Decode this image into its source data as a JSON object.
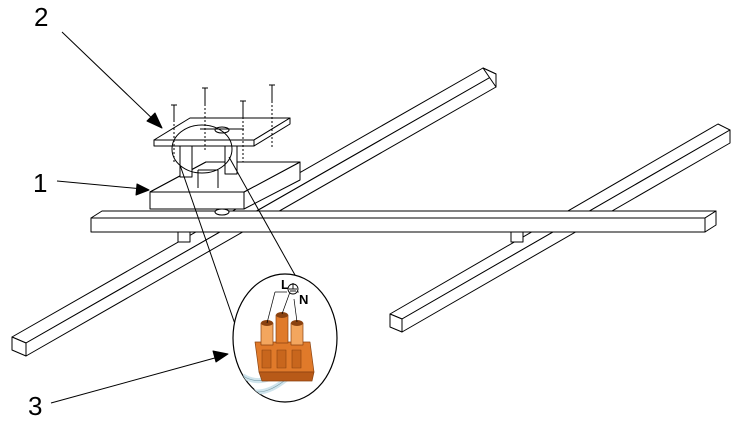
{
  "callouts": {
    "one": "1",
    "two": "2",
    "three": "3"
  },
  "terminal_labels": {
    "live": "L",
    "neutral": "N"
  },
  "icons": {
    "earth": "earth-ground-symbol"
  },
  "colors": {
    "line": "#000000",
    "body_fill": "#ffffff",
    "connector_orange": "#e07a2a",
    "connector_dark": "#b85a18",
    "connector_light": "#f3a65e",
    "wire": "#cfe4ec"
  }
}
